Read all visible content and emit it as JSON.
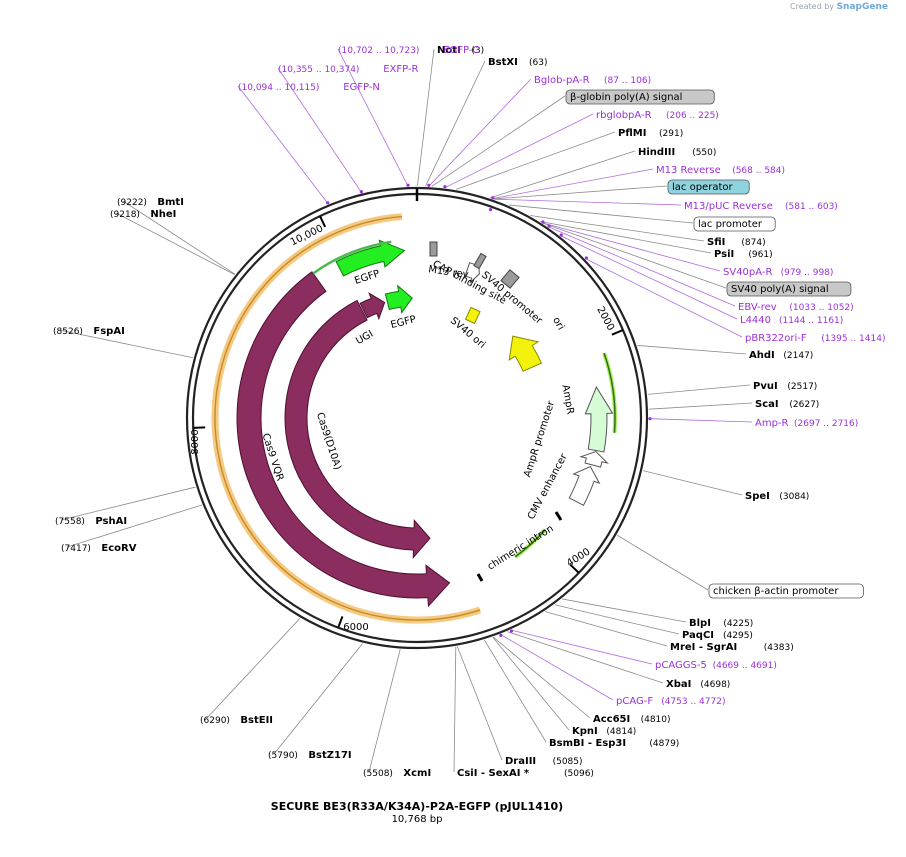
{
  "credit": {
    "prefix": "Created by",
    "brand": "SnapGene"
  },
  "plasmid": {
    "name": "SECURE BE3(R33A/K34A)-P2A-EGFP (pJUL1410)",
    "length_label": "10,768 bp"
  },
  "colors": {
    "primer": "#9b30d9",
    "cas9": "#8b2d5e",
    "gfp": "#22ee22",
    "ori": "#f2f20a",
    "ampr": "#d6fcd6",
    "orange_band": "#f5c06a",
    "feature_gray": "#9a9a9a",
    "lac_operator_fill": "#8fd3df",
    "gray_box_fill": "#c8c8c8"
  },
  "ticks": [
    "2000",
    "4000",
    "6000",
    "8000",
    "10,000"
  ],
  "labels": [
    {
      "text": "NotI",
      "pos": "(3)",
      "kind": "site",
      "side": "r"
    },
    {
      "text": "BstXI",
      "pos": "(63)",
      "kind": "site",
      "side": "r"
    },
    {
      "text": "Bglob-pA-R",
      "pos": "(87 .. 106)",
      "kind": "primer",
      "side": "r"
    },
    {
      "text": "β-globin poly(A) signal",
      "pos": "",
      "kind": "box-gray",
      "side": "r"
    },
    {
      "text": "rbglobpA-R",
      "pos": "(206 .. 225)",
      "kind": "primer",
      "side": "r"
    },
    {
      "text": "PflMI",
      "pos": "(291)",
      "kind": "site",
      "side": "r"
    },
    {
      "text": "HindIII",
      "pos": "(550)",
      "kind": "site",
      "side": "r"
    },
    {
      "text": "M13 Reverse",
      "pos": "(568 .. 584)",
      "kind": "primer",
      "side": "r"
    },
    {
      "text": "lac operator",
      "pos": "",
      "kind": "box-teal",
      "side": "r"
    },
    {
      "text": "M13/pUC Reverse",
      "pos": "(581 .. 603)",
      "kind": "primer",
      "side": "r"
    },
    {
      "text": "lac promoter",
      "pos": "",
      "kind": "box-white",
      "side": "r"
    },
    {
      "text": "SfiI",
      "pos": "(874)",
      "kind": "site",
      "side": "r"
    },
    {
      "text": "PsiI",
      "pos": "(961)",
      "kind": "site",
      "side": "r"
    },
    {
      "text": "SV40pA-R",
      "pos": "(979 .. 998)",
      "kind": "primer",
      "side": "r"
    },
    {
      "text": "SV40 poly(A) signal",
      "pos": "",
      "kind": "box-gray",
      "side": "r"
    },
    {
      "text": "EBV-rev",
      "pos": "(1033 .. 1052)",
      "kind": "primer",
      "side": "r"
    },
    {
      "text": "L4440",
      "pos": "(1144 .. 1161)",
      "kind": "primer",
      "side": "r"
    },
    {
      "text": "pBR322ori-F",
      "pos": "(1395 .. 1414)",
      "kind": "primer",
      "side": "r"
    },
    {
      "text": "AhdI",
      "pos": "(2147)",
      "kind": "site",
      "side": "r"
    },
    {
      "text": "PvuI",
      "pos": "(2517)",
      "kind": "site",
      "side": "r"
    },
    {
      "text": "ScaI",
      "pos": "(2627)",
      "kind": "site",
      "side": "r"
    },
    {
      "text": "Amp-R",
      "pos": "(2697 .. 2716)",
      "kind": "primer",
      "side": "r"
    },
    {
      "text": "SpeI",
      "pos": "(3084)",
      "kind": "site",
      "side": "r"
    },
    {
      "text": "chicken β-actin promoter",
      "pos": "",
      "kind": "box-white",
      "side": "r"
    },
    {
      "text": "BlpI",
      "pos": "(4225)",
      "kind": "site",
      "side": "r"
    },
    {
      "text": "PaqCI",
      "pos": "(4295)",
      "kind": "site",
      "side": "r"
    },
    {
      "text": "MreI  - SgrAI",
      "pos": "(4383)",
      "kind": "site",
      "side": "r"
    },
    {
      "text": "pCAGGS-5",
      "pos": "(4669 .. 4691)",
      "kind": "primer",
      "side": "r"
    },
    {
      "text": "XbaI",
      "pos": "(4698)",
      "kind": "site",
      "side": "r"
    },
    {
      "text": "pCAG-F",
      "pos": "(4753 .. 4772)",
      "kind": "primer",
      "side": "r"
    },
    {
      "text": "Acc65I",
      "pos": "(4810)",
      "kind": "site",
      "side": "r"
    },
    {
      "text": "KpnI",
      "pos": "(4814)",
      "kind": "site",
      "side": "r"
    },
    {
      "text": "BsmBI  - Esp3I",
      "pos": "(4879)",
      "kind": "site",
      "side": "r"
    },
    {
      "text": "DraIII",
      "pos": "(5085)",
      "kind": "site",
      "side": "r"
    },
    {
      "text": "CsiI  - SexAI *",
      "pos": "(5096)",
      "kind": "site",
      "side": "r"
    },
    {
      "text": "XcmI",
      "pos": "(5508)",
      "kind": "site",
      "side": "l"
    },
    {
      "text": "BstZ17I",
      "pos": "(5790)",
      "kind": "site",
      "side": "l"
    },
    {
      "text": "BstEII",
      "pos": "(6290)",
      "kind": "site",
      "side": "l"
    },
    {
      "text": "EcoRV",
      "pos": "(7417)",
      "kind": "site",
      "side": "l"
    },
    {
      "text": "PshAI",
      "pos": "(7558)",
      "kind": "site",
      "side": "l"
    },
    {
      "text": "FspAI",
      "pos": "(8526)",
      "kind": "site",
      "side": "l"
    },
    {
      "text": "NheI",
      "pos": "(9218)",
      "kind": "site",
      "side": "l"
    },
    {
      "text": "BmtI",
      "pos": "(9222)",
      "kind": "site",
      "side": "l"
    },
    {
      "text": "EGFP-N",
      "pos": "(10,094 .. 10,115)",
      "kind": "primer",
      "side": "l"
    },
    {
      "text": "EXFP-R",
      "pos": "(10,355 .. 10,374)",
      "kind": "primer",
      "side": "l"
    },
    {
      "text": "EGFP-C",
      "pos": "(10,702 .. 10,723)",
      "kind": "primer",
      "side": "l"
    }
  ],
  "features": [
    {
      "text": "EGFP"
    },
    {
      "text": "EGFP"
    },
    {
      "text": "UGI"
    },
    {
      "text": "Cas9(D10A)"
    },
    {
      "text": "Cas9 VQR"
    },
    {
      "text": "M13 rev"
    },
    {
      "text": "CAP binding site"
    },
    {
      "text": "SV40 promoter"
    },
    {
      "text": "SV40 ori"
    },
    {
      "text": "ori"
    },
    {
      "text": "AmpR"
    },
    {
      "text": "AmpR promoter"
    },
    {
      "text": "CMV enhancer"
    },
    {
      "text": "chimeric intron"
    }
  ]
}
